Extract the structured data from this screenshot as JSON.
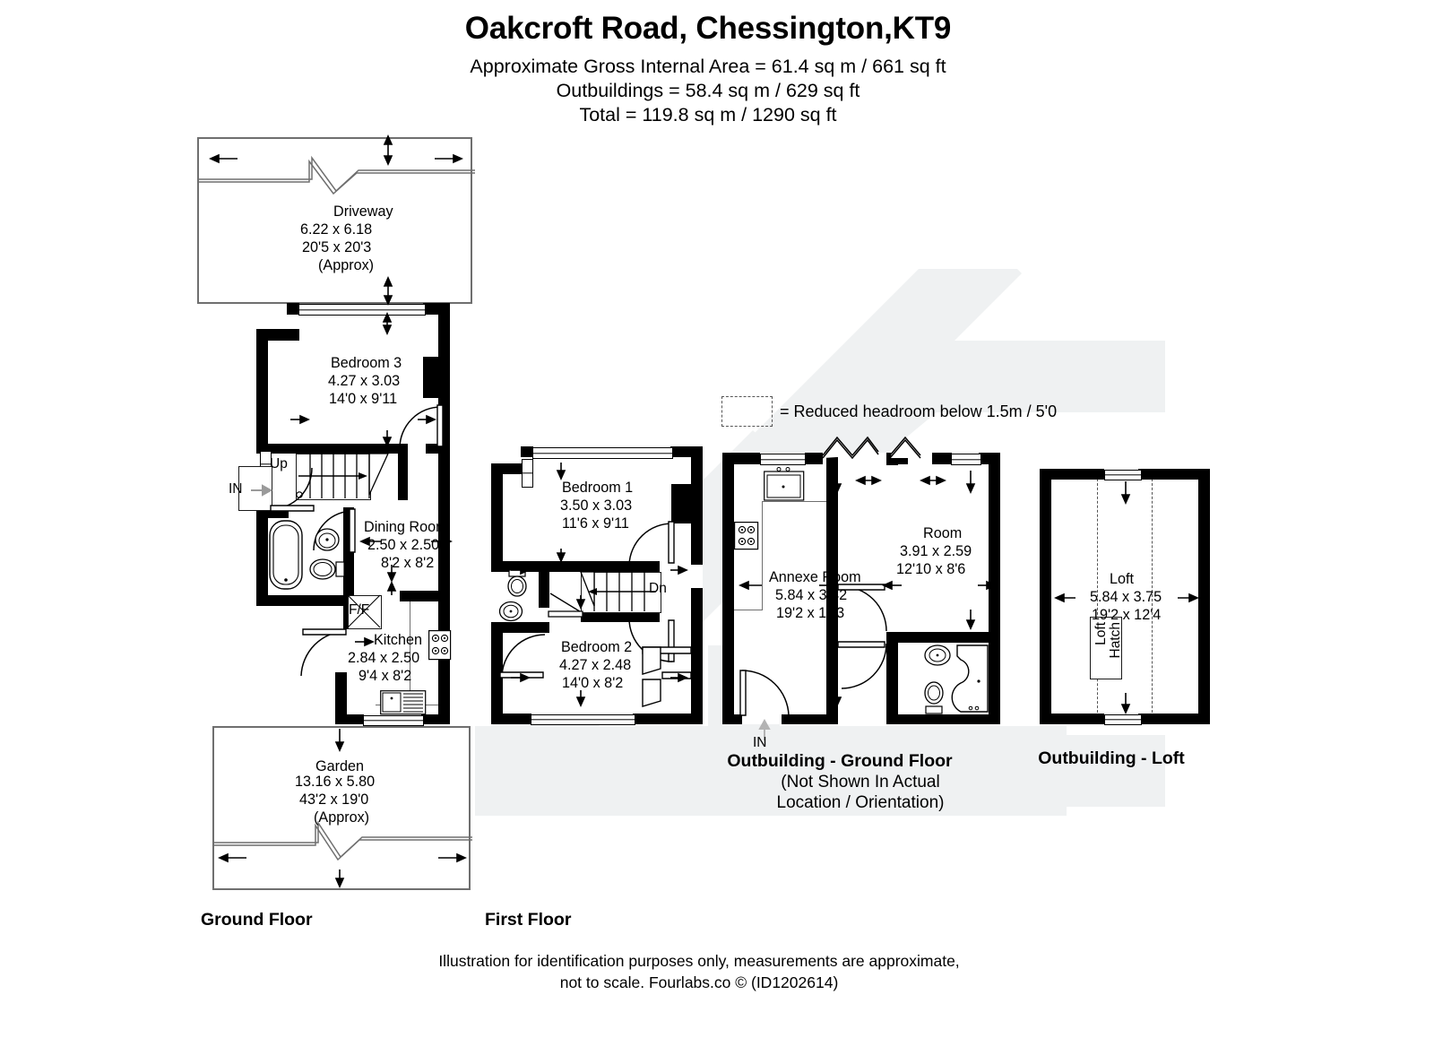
{
  "header": {
    "title": "Oakcroft Road, Chessington,KT9",
    "line1": "Approximate Gross Internal Area = 61.4 sq m / 661 sq ft",
    "line2": "Outbuildings = 58.4 sq m / 629 sq ft",
    "line3": "Total = 119.8 sq m / 1290 sq ft"
  },
  "legend": {
    "headroom": "= Reduced headroom below 1.5m / 5'0"
  },
  "ground_floor": {
    "label": "Ground Floor",
    "driveway": {
      "name": "Driveway",
      "metric": "6.22 x 6.18",
      "imperial": "20'5 x 20'3",
      "note": "(Approx)"
    },
    "bedroom3": {
      "name": "Bedroom 3",
      "metric": "4.27 x 3.03",
      "imperial": "14'0 x 9'11"
    },
    "dining": {
      "name": "Dining Room",
      "metric": "2.50 x 2.50",
      "imperial": "8'2 x 8'2"
    },
    "kitchen": {
      "name": "Kitchen",
      "metric": "2.84 x 2.50",
      "imperial": "9'4 x 8'2"
    },
    "garden": {
      "name": "Garden",
      "metric": "13.16 x 5.80",
      "imperial": "43'2 x 19'0",
      "note": "(Approx)"
    },
    "entrance": "IN",
    "stairs_up": "Up",
    "fridge": "F/F"
  },
  "first_floor": {
    "label": "First Floor",
    "bedroom1": {
      "name": "Bedroom 1",
      "metric": "3.50 x 3.03",
      "imperial": "11'6 x 9'11"
    },
    "bedroom2": {
      "name": "Bedroom 2",
      "metric": "4.27 x 2.48",
      "imperial": "14'0 x 8'2"
    },
    "stairs_down": "Dn"
  },
  "outbuilding_ground": {
    "label": "Outbuilding - Ground Floor",
    "note1": "(Not Shown In Actual",
    "note2": "Location / Orientation)",
    "entrance": "IN",
    "annexe": {
      "name": "Annexe Room",
      "metric": "5.84 x 3.42",
      "imperial": "19'2 x 11'3"
    },
    "room": {
      "name": "Room",
      "metric": "3.91 x 2.59",
      "imperial": "12'10 x 8'6"
    }
  },
  "outbuilding_loft": {
    "label": "Outbuilding - Loft",
    "loft": {
      "name": "Loft",
      "metric": "5.84 x 3.75",
      "imperial": "19'2 x 12'4"
    },
    "hatch_line1": "Loft",
    "hatch_line2": "Hatch"
  },
  "footer": {
    "line1": "Illustration for identification purposes only, measurements are approximate,",
    "line2": "not to scale. Fourlabs.co © (ID1202614)"
  },
  "colors": {
    "wall": "#000000",
    "watermark": "#eff1f2",
    "outline": "#6f6f6f"
  }
}
